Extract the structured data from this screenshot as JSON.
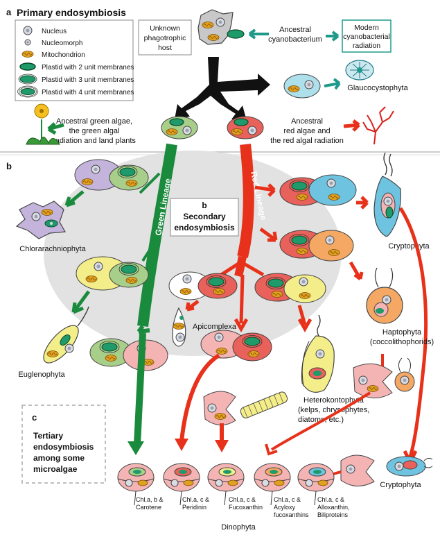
{
  "panels": {
    "a": {
      "letter": "a",
      "title": "Primary endosymbiosis"
    },
    "b": {
      "letter": "b",
      "title_line1": "Secondary",
      "title_line2": "endosymbiosis"
    },
    "c": {
      "letter": "c",
      "line1": "Tertiary",
      "line2": "endosymbiosis",
      "line3": "among some",
      "line4": "microalgae"
    }
  },
  "legend": [
    {
      "label": "Nucleus",
      "icon": "nucleus-icon"
    },
    {
      "label": "Nucleomorph",
      "icon": "nucleomorph-icon"
    },
    {
      "label": "Mitochondrion",
      "icon": "mitochondrion-icon"
    },
    {
      "label": "Plastid with 2 unit membranes",
      "icon": "plastid-2-membrane-icon"
    },
    {
      "label": "Plastid with 3 unit membranes",
      "icon": "plastid-3-membrane-icon"
    },
    {
      "label": "Plastid with 4 unit membranes",
      "icon": "plastid-4-membrane-icon"
    }
  ],
  "labels": {
    "host_l1": "Unknown",
    "host_l2": "phagotrophic",
    "host_l3": "host",
    "cyano_l1": "Ancestral",
    "cyano_l2": "cyanobacterium",
    "modern_l1": "Modern",
    "modern_l2": "cyanobacterial",
    "modern_l3": "radiation",
    "glaucocystophyta": "Glaucocystophyta",
    "green_l1": "Ancestral green algae,",
    "green_l2": "the green algal",
    "green_l3": "radiation and land plants",
    "red_l1": "Ancestral",
    "red_l2": "red algae and",
    "red_l3": "the red algal radiation",
    "green_lineage": "Green Lineage",
    "red_lineage": "Red Lineage",
    "chlorarachniophyta": "Chlorarachniophyta",
    "euglenophyta": "Euglenophyta",
    "apicomplexa": "Apicomplexa",
    "cryptophyta_top": "Cryptophyta",
    "haptophyta_l1": "Haptophyta",
    "haptophyta_l2": "(coccolithophorids)",
    "hetero_l1": "Heterokontophyta",
    "hetero_l2": "(kelps, chrysophytes,",
    "hetero_l3": "diatoms, etc.)",
    "cryptophyta_bottom": "Cryptophyta",
    "dinophyta": "Dinophyta"
  },
  "dinophytes": [
    {
      "line1": "Chl.a, b &",
      "line2": "Carotene",
      "line3": ""
    },
    {
      "line1": "Chl.a, c &",
      "line2": "Peridinin",
      "line3": ""
    },
    {
      "line1": "Chl.a, c &",
      "line2": "Fucoxanthin",
      "line3": ""
    },
    {
      "line1": "Chl.a, c &",
      "line2": "Acyloxy",
      "line3": "fucoxanthins"
    },
    {
      "line1": "Chl.a, c &",
      "line2": "Alloxanthin,",
      "line3": "Biliproteins"
    }
  ],
  "colors": {
    "green_arrow": "#1a8a3c",
    "red_arrow": "#e8311a",
    "teal_arrow": "#1f9a8a",
    "black_arrow": "#111111",
    "plastid": "#1f9a6a",
    "mito": "#e0a020",
    "bg_circle": "#e2e2e2",
    "cell_green": "#a8cf8a",
    "cell_red": "#e8615a",
    "cell_pink": "#f4b4b4",
    "cell_yellow": "#f4ee8a",
    "cell_blue": "#6ec4e0",
    "cell_purple": "#c4b4dc",
    "cell_orange": "#f4a864",
    "cell_gray": "#c8c8c8"
  }
}
